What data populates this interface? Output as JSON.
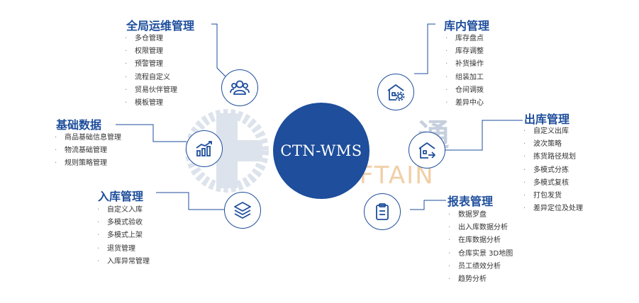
{
  "center": {
    "title": "CTN-WMS"
  },
  "watermark": {
    "cn": "益 通",
    "en": "CHIEFTAIN"
  },
  "colors": {
    "primary": "#1e4e9c",
    "watermark_gray": "#c6cfdd",
    "watermark_orange": "#f1cfa6"
  },
  "modules": {
    "global_ops": {
      "title": "全局运维管理",
      "icon": "users-icon",
      "items": [
        "多仓管理",
        "权限管理",
        "预警管理",
        "流程自定义",
        "贸易伙伴管理",
        "模板管理"
      ]
    },
    "base_data": {
      "title": "基础数据",
      "icon": "bar-chart-icon",
      "items": [
        "商品基础信息管理",
        "物流基础管理",
        "规则策略管理"
      ]
    },
    "inbound": {
      "title": "入库管理",
      "icon": "layers-icon",
      "items": [
        "自定义入库",
        "多模式验收",
        "多模式上架",
        "退货管理",
        "入库异常管理"
      ]
    },
    "inventory": {
      "title": "库内管理",
      "icon": "warehouse-gear-icon",
      "items": [
        "库存盘点",
        "库存调整",
        "补货操作",
        "组装加工",
        "仓间调拨",
        "差异中心"
      ]
    },
    "outbound": {
      "title": "出库管理",
      "icon": "warehouse-out-icon",
      "items": [
        "自定义出库",
        "波次策略",
        "拣货路径规划",
        "多模式分拣",
        "多模式复核",
        "打包发货",
        "差异定位及处理"
      ]
    },
    "reports": {
      "title": "报表管理",
      "icon": "clipboard-icon",
      "items": [
        "数据罗盘",
        "出入库数据分析",
        "在库数据分析",
        "仓库实景   3D地图",
        "员工绩效分析",
        "趋势分析"
      ]
    }
  }
}
